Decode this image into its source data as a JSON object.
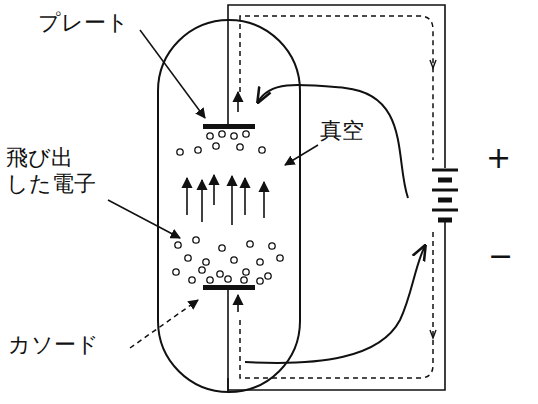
{
  "diagram": {
    "labels": [
      "プレート",
      "飛び出 した電子",
      "真空",
      "カソード",
      "+",
      "−"
    ]
  }
}
